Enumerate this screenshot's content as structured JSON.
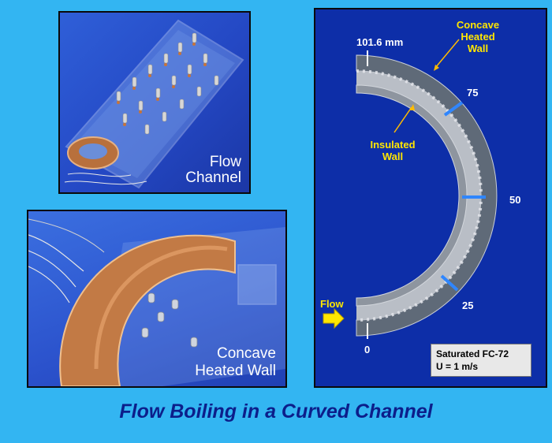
{
  "photo_channel": {
    "caption_line1": "Flow",
    "caption_line2": "Channel"
  },
  "photo_wall": {
    "caption_line1": "Concave",
    "caption_line2": "Heated Wall"
  },
  "schematic": {
    "start_label": "101.6 mm",
    "concave_label_line1": "Concave",
    "concave_label_line2": "Heated",
    "concave_label_line3": "Wall",
    "insulated_label_line1": "Insulated",
    "insulated_label_line2": "Wall",
    "flow_label": "Flow",
    "station_75": "75",
    "station_50": "50",
    "station_25": "25",
    "station_0": "0",
    "fluid_line": "Saturated FC-72",
    "velocity_line": "U = 1 m/s"
  },
  "title": "Flow Boiling in a Curved Channel"
}
